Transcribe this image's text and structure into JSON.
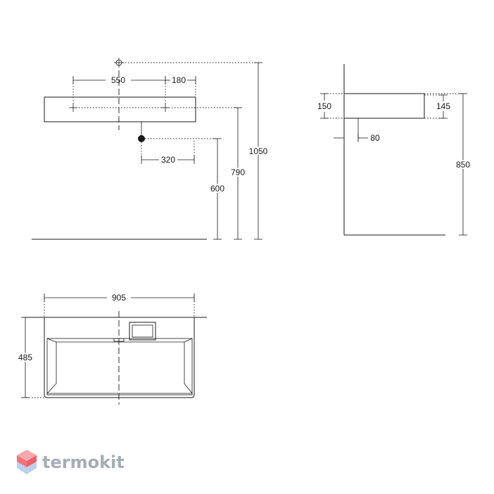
{
  "dimensions": {
    "d550": "550",
    "d180": "180",
    "d320": "320",
    "d600": "600",
    "d790": "790",
    "d1050": "1050",
    "d150": "150",
    "d145": "145",
    "d80": "80",
    "d850": "850",
    "d905": "905",
    "d485": "485"
  },
  "logo": {
    "text": "termokit",
    "icon": "hexagon-cube-logo",
    "colors": {
      "top": "#f7a8ad",
      "middle": "#f3727a",
      "bottom": "#bcd0ec",
      "text": "#a7adb5"
    }
  }
}
